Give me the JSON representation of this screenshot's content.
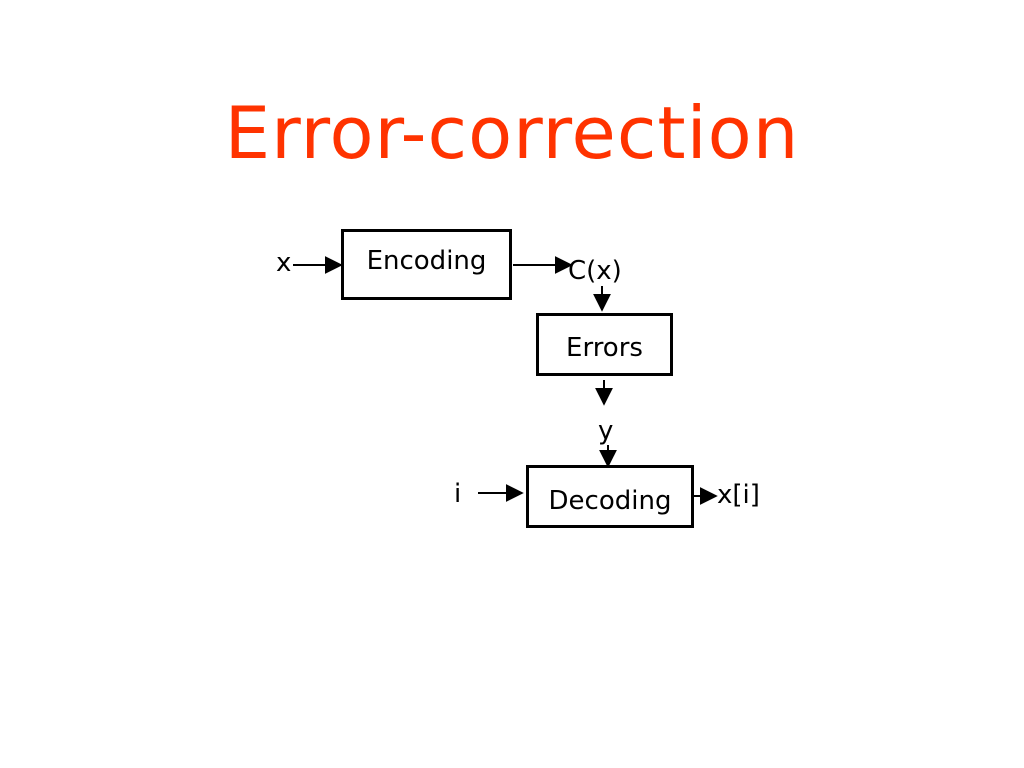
{
  "slide": {
    "title": "Error-correction"
  },
  "diagram": {
    "boxes": {
      "encoding": "Encoding",
      "errors": "Errors",
      "decoding": "Decoding"
    },
    "labels": {
      "input_x": "x",
      "codeword": "C(x)",
      "received": "y",
      "index": "i",
      "output": "x[i]"
    }
  },
  "colors": {
    "title": "#ff3300",
    "stroke": "#000000"
  }
}
